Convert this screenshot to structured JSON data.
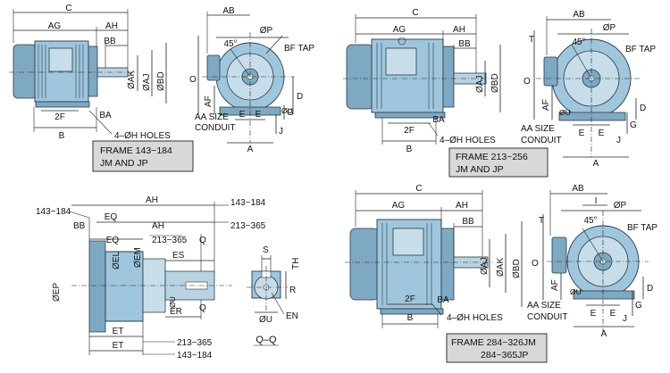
{
  "top_left": {
    "labels": {
      "c": "C",
      "ag": "AG",
      "ah": "AH",
      "bb": "BB",
      "ab": "AB",
      "ang45": "45°",
      "op": "ØP",
      "bf_tap": "BF TAP",
      "o": "O",
      "ak": "ØAK",
      "aj": "ØAJ",
      "bd": "ØBD",
      "af": "AF",
      "u": "ØU",
      "d": "D",
      "e1": "E",
      "e2": "E",
      "j": "J",
      "g": "G",
      "aa_size": "AA SIZE",
      "conduit": "CONDUIT",
      "f2": "2F",
      "b": "B",
      "ba": "BA",
      "holes": "4–ØH HOLES",
      "a": "A"
    },
    "frame_lines": [
      "FRAME 143~184",
      "JM AND JP"
    ]
  },
  "top_right": {
    "labels": {
      "c": "C",
      "ag": "AG",
      "ah": "AH",
      "bb": "BB",
      "ab": "AB",
      "ang45": "45°",
      "op": "ØP",
      "t": "T",
      "bf_tap": "BF TAP",
      "o": "O",
      "aj": "ØAJ",
      "bd": "ØBD",
      "af": "AF",
      "u": "ØU",
      "d": "D",
      "g": "G",
      "j": "J",
      "e1": "E",
      "e2": "E",
      "aa_size": "AA SIZE",
      "conduit": "CONDUIT",
      "f2": "2F",
      "b": "B",
      "ba": "BA",
      "holes": "4–ØH HOLES",
      "a": "A"
    },
    "frame_lines": [
      "FRAME 213~256",
      "JM AND JP"
    ]
  },
  "bottom_left": {
    "labels": {
      "r143a": "143~184",
      "ah_top": "AH",
      "r143b": "143~184",
      "bb": "BB",
      "eq1": "EQ",
      "ah_mid": "AH",
      "r213a": "213~365",
      "eq2": "EQ",
      "r213b": "213~365",
      "q1": "Q",
      "ep": "ØEP",
      "el": "ØEL",
      "em": "ØEM",
      "es": "ES",
      "ep_u": "ØU",
      "er": "ER",
      "q2": "Q",
      "et1": "ET",
      "et2": "ET",
      "r213c": "213~365",
      "r143c": "143~184"
    }
  },
  "section_qq": {
    "labels": {
      "s": "S",
      "th": "TH",
      "r": "R",
      "u": "ØU",
      "en": "EN",
      "title": "Q–Q"
    }
  },
  "bottom_right": {
    "labels": {
      "c": "C",
      "ag": "AG",
      "ah": "AH",
      "bb": "BB",
      "ab": "AB",
      "i": "I",
      "ang45": "45°",
      "op": "ØP",
      "t": "T",
      "bf_tap": "BF TAP",
      "o": "O",
      "aj": "ØAJ",
      "ak": "ØAK",
      "bd": "ØBD",
      "af": "AF",
      "u": "ØU",
      "d": "D",
      "e1": "E",
      "e2": "E",
      "g": "G",
      "j": "J",
      "aa_size": "AA SIZE",
      "conduit": "CONDUIT",
      "f2": "2F",
      "b": "B",
      "ba": "BA",
      "holes": "4–ØH HOLES",
      "a": "A"
    },
    "frame_lines": [
      "FRAME 284~326JM",
      "284~365JP"
    ]
  }
}
